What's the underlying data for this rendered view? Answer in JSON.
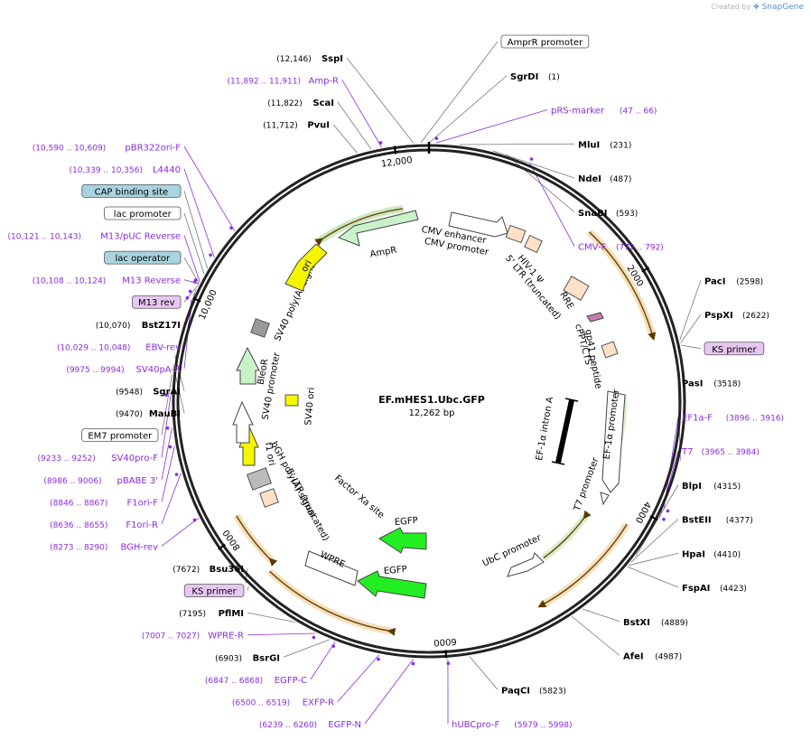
{
  "credit": {
    "prefix": "Created by",
    "brand": "SnapGene"
  },
  "plasmid": {
    "name": "EF.mHES1.Ubc.GFP",
    "length_label": "12,262 bp",
    "length": 12262
  },
  "ticks": [
    {
      "label": "2000",
      "pos": 2000
    },
    {
      "label": "4000",
      "pos": 4000
    },
    {
      "label": "6000",
      "pos": 6000
    },
    {
      "label": "8000",
      "pos": 8000
    },
    {
      "label": "10,000",
      "pos": 10000
    },
    {
      "label": "12,000",
      "pos": 12000
    }
  ],
  "right_labels": [
    {
      "kind": "boxed",
      "name": "AmprR promoter",
      "pos": 12200,
      "color": "#ffffff"
    },
    {
      "kind": "site",
      "name": "SgrDI",
      "coord": "(1)",
      "pos": 1
    },
    {
      "kind": "primer",
      "name": "pRS-marker",
      "coord": "(47 .. 66)",
      "pos": 56
    },
    {
      "kind": "site",
      "name": "MluI",
      "coord": "(231)",
      "pos": 231
    },
    {
      "kind": "site",
      "name": "NdeI",
      "coord": "(487)",
      "pos": 487
    },
    {
      "kind": "site",
      "name": "SnaBI",
      "coord": "(593)",
      "pos": 593
    },
    {
      "kind": "primer",
      "name": "CMV-F",
      "coord": "(772 .. 792)",
      "pos": 782
    },
    {
      "kind": "site",
      "name": "PacI",
      "coord": "(2598)",
      "pos": 2598
    },
    {
      "kind": "site",
      "name": "PspXI",
      "coord": "(2622)",
      "pos": 2622
    },
    {
      "kind": "boxed",
      "name": "KS primer",
      "pos": 2640,
      "color": "#e8c6f2"
    },
    {
      "kind": "site",
      "name": "PasI",
      "coord": "(3518)",
      "pos": 3518
    },
    {
      "kind": "primer",
      "name": "EF1a-F",
      "coord": "(3896 .. 3916)",
      "pos": 3906
    },
    {
      "kind": "primer",
      "name": "T7",
      "coord": "(3965 .. 3984)",
      "pos": 3975
    },
    {
      "kind": "site",
      "name": "BlpI",
      "coord": "(4315)",
      "pos": 4315
    },
    {
      "kind": "site",
      "name": "BstEII",
      "coord": "(4377)",
      "pos": 4377
    },
    {
      "kind": "site",
      "name": "HpaI",
      "coord": "(4410)",
      "pos": 4410
    },
    {
      "kind": "site",
      "name": "FspAI",
      "coord": "(4423)",
      "pos": 4423
    },
    {
      "kind": "site",
      "name": "BstXI",
      "coord": "(4889)",
      "pos": 4889
    },
    {
      "kind": "site",
      "name": "AfeI",
      "coord": "(4987)",
      "pos": 4987
    },
    {
      "kind": "site",
      "name": "PaqCI",
      "coord": "(5823)",
      "pos": 5823
    },
    {
      "kind": "primer",
      "name": "hUBCpro-F",
      "coord": "(5979 .. 5998)",
      "pos": 5988
    }
  ],
  "left_labels": [
    {
      "kind": "site",
      "name": "SspI",
      "coord": "(12,146)",
      "pos": 12146
    },
    {
      "kind": "primer",
      "name": "Amp-R",
      "coord": "(11,892 .. 11,911)",
      "pos": 11901
    },
    {
      "kind": "site",
      "name": "ScaI",
      "coord": "(11,822)",
      "pos": 11822
    },
    {
      "kind": "site",
      "name": "PvuI",
      "coord": "(11,712)",
      "pos": 11712
    },
    {
      "kind": "primer",
      "name": "pBR322ori-F",
      "coord": "(10,590 .. 10,609)",
      "pos": 10600
    },
    {
      "kind": "primer",
      "name": "L4440",
      "coord": "(10,339 .. 10,356)",
      "pos": 10347
    },
    {
      "kind": "boxed",
      "name": "CAP binding site",
      "pos": 10250,
      "color": "#a9d3df"
    },
    {
      "kind": "boxed",
      "name": "lac promoter",
      "pos": 10200,
      "color": "#ffffff"
    },
    {
      "kind": "primer",
      "name": "M13/pUC Reverse",
      "coord": "(10,121 .. 10,143)",
      "pos": 10132
    },
    {
      "kind": "boxed",
      "name": "lac operator",
      "pos": 10120,
      "color": "#a9d3df"
    },
    {
      "kind": "primer",
      "name": "M13 Reverse",
      "coord": "(10,108 .. 10,124)",
      "pos": 10116
    },
    {
      "kind": "boxed",
      "name": "M13 rev",
      "pos": 10110,
      "color": "#e8c6f2"
    },
    {
      "kind": "site",
      "name": "BstZ17I",
      "coord": "(10,070)",
      "pos": 10070
    },
    {
      "kind": "primer",
      "name": "EBV-rev",
      "coord": "(10,029 .. 10,048)",
      "pos": 10038
    },
    {
      "kind": "primer",
      "name": "SV40pA-R",
      "coord": "(9975 .. 9994)",
      "pos": 9984
    },
    {
      "kind": "site",
      "name": "SgrAI",
      "coord": "(9548)",
      "pos": 9548
    },
    {
      "kind": "site",
      "name": "MauBI",
      "coord": "(9470)",
      "pos": 9470
    },
    {
      "kind": "boxed",
      "name": "EM7 promoter",
      "pos": 9400,
      "color": "#ffffff"
    },
    {
      "kind": "primer",
      "name": "SV40pro-F",
      "coord": "(9233 .. 9252)",
      "pos": 9242
    },
    {
      "kind": "primer",
      "name": "pBABE 3'",
      "coord": "(8986 .. 9006)",
      "pos": 8996
    },
    {
      "kind": "primer",
      "name": "F1ori-F",
      "coord": "(8846 .. 8867)",
      "pos": 8856
    },
    {
      "kind": "primer",
      "name": "F1ori-R",
      "coord": "(8636 .. 8655)",
      "pos": 8645
    },
    {
      "kind": "primer",
      "name": "BGH-rev",
      "coord": "(8273 .. 8290)",
      "pos": 8281
    },
    {
      "kind": "site",
      "name": "Bsu36I",
      "coord": "(7672)",
      "pos": 7672
    },
    {
      "kind": "boxed",
      "name": "KS primer",
      "pos": 7640,
      "color": "#e8c6f2"
    },
    {
      "kind": "site",
      "name": "PflMI",
      "coord": "(7195)",
      "pos": 7195
    },
    {
      "kind": "primer",
      "name": "WPRE-R",
      "coord": "(7007 .. 7027)",
      "pos": 7017
    },
    {
      "kind": "site",
      "name": "BsrGI",
      "coord": "(6903)",
      "pos": 6903
    },
    {
      "kind": "primer",
      "name": "EGFP-C",
      "coord": "(6847 .. 6868)",
      "pos": 6857
    },
    {
      "kind": "primer",
      "name": "EXFP-R",
      "coord": "(6500 .. 6519)",
      "pos": 6509
    },
    {
      "kind": "primer",
      "name": "EGFP-N",
      "coord": "(6239 .. 6260)",
      "pos": 6249
    }
  ],
  "feature_labels": [
    "AmpR",
    "CMV enhancer",
    "CMV promoter",
    "HIV-1 Ψ",
    "5' LTR (truncated)",
    "RRE",
    "cPPT/CTS",
    "gp41 peptide",
    "EF-1α intron A",
    "EF-1α promoter",
    "T7 promoter",
    "UbC promoter",
    "EGFP",
    "EGFP",
    "Factor Xa site",
    "WPRE",
    "bGH poly(A) signal",
    "5' LTR (truncated)",
    "f1 ori",
    "SV40 promoter",
    "BleoR",
    "SV40 ori",
    "SV40 poly(A) signal",
    "ori"
  ]
}
